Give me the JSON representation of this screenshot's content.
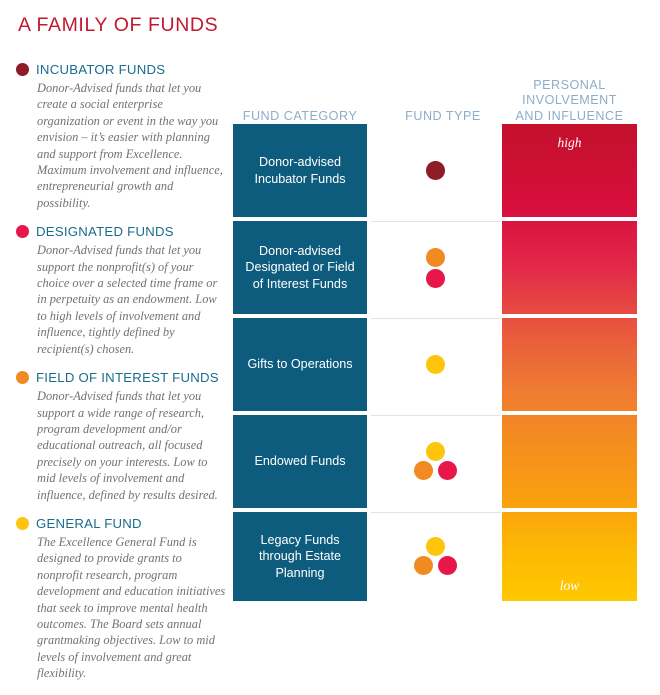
{
  "page_title": "A FAMILY OF FUNDS",
  "colors": {
    "title_red": "#C1192F",
    "heading_blue": "#1A6C8E",
    "column_header_blue": "#8EADC7",
    "category_cell_blue": "#0D5C7D",
    "body_text_gray": "#6F7376",
    "dot_dark_red": "#8E1B26",
    "dot_pink": "#E8174A",
    "dot_orange": "#F18A21",
    "dot_yellow": "#FFC40C",
    "gradient_top": "#C3102C",
    "gradient_bottom": "#FFC800",
    "row_divider": "#DCE5EE"
  },
  "legend": {
    "items": [
      {
        "dot_color": "#8E1B26",
        "dot_name": "incubator-funds-dot",
        "title": "INCUBATOR FUNDS",
        "description": "Donor-Advised funds that let you create a social enterprise organization or event in the way you envision – it’s easier with planning and support from Excellence. Maximum involvement and influence, entrepreneurial growth and possibility."
      },
      {
        "dot_color": "#E8174A",
        "dot_name": "designated-funds-dot",
        "title": "DESIGNATED FUNDS",
        "description": "Donor-Advised funds that let you support the nonprofit(s) of your choice over a selected time frame or in perpetuity as an endowment. Low to high levels of involvement and influence, tightly defined by recipient(s) chosen."
      },
      {
        "dot_color": "#F18A21",
        "dot_name": "field-of-interest-funds-dot",
        "title": "FIELD OF INTEREST FUNDS",
        "description": "Donor-Advised funds that let you support a wide range of research, program development and/or educational outreach, all focused precisely on your interests. Low to mid levels of involvement and influence, defined by results desired."
      },
      {
        "dot_color": "#FFC40C",
        "dot_name": "general-fund-dot",
        "title": "GENERAL FUND",
        "description": "The Excellence General Fund is designed to provide grants to nonprofit research, program development and education initiatives that seek to improve mental health outcomes. The Board sets annual grantmaking objectives.  Low to mid levels of involvement and great flexibility."
      }
    ]
  },
  "matrix": {
    "headers": {
      "category": "FUND CATEGORY",
      "type": "FUND TYPE",
      "influence_line1": "PERSONAL",
      "influence_line2": "INVOLVEMENT",
      "influence_line3": "AND INFLUENCE"
    },
    "scale": {
      "high_label": "high",
      "low_label": "low"
    },
    "rows": [
      {
        "category": "Donor-advised Incubator Funds",
        "dots": [
          {
            "name": "incubator-dot",
            "color": "#8E1B26",
            "position": "p-single"
          }
        ]
      },
      {
        "category": "Donor-advised Designated or Field of Interest Funds",
        "dots": [
          {
            "name": "field-of-interest-dot",
            "color": "#F18A21",
            "position": "p-vtop"
          },
          {
            "name": "designated-dot",
            "color": "#E8174A",
            "position": "p-vbottom"
          }
        ]
      },
      {
        "category": "Gifts to Operations",
        "dots": [
          {
            "name": "general-fund-dot",
            "color": "#FFC40C",
            "position": "p-single"
          }
        ]
      },
      {
        "category": "Endowed Funds",
        "dots": [
          {
            "name": "general-fund-dot",
            "color": "#FFC40C",
            "position": "p-ttop"
          },
          {
            "name": "field-of-interest-dot",
            "color": "#F18A21",
            "position": "p-tleft"
          },
          {
            "name": "designated-dot",
            "color": "#E8174A",
            "position": "p-tright"
          }
        ]
      },
      {
        "category": "Legacy Funds through Estate Planning",
        "dots": [
          {
            "name": "general-fund-dot",
            "color": "#FFC40C",
            "position": "p-ttop"
          },
          {
            "name": "field-of-interest-dot",
            "color": "#F18A21",
            "position": "p-tleft"
          },
          {
            "name": "designated-dot",
            "color": "#E8174A",
            "position": "p-tright"
          }
        ]
      }
    ]
  }
}
